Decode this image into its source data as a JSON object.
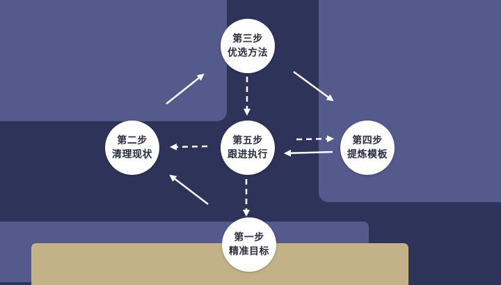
{
  "steps": {
    "step1": {
      "title": "第一步",
      "subtitle": "精准目标"
    },
    "step2": {
      "title": "第二步",
      "subtitle": "清理现状"
    },
    "step3": {
      "title": "第三步",
      "subtitle": "优选方法"
    },
    "step4": {
      "title": "第四步",
      "subtitle": "提炼模板"
    },
    "step5": {
      "title": "第五步",
      "subtitle": "跟进执行"
    }
  },
  "colors": {
    "background": "#2e335a",
    "panel": "#545a8c",
    "accent_tan": "#c3b287",
    "node_fill": "#ffffff",
    "arrow": "#ffffff"
  }
}
